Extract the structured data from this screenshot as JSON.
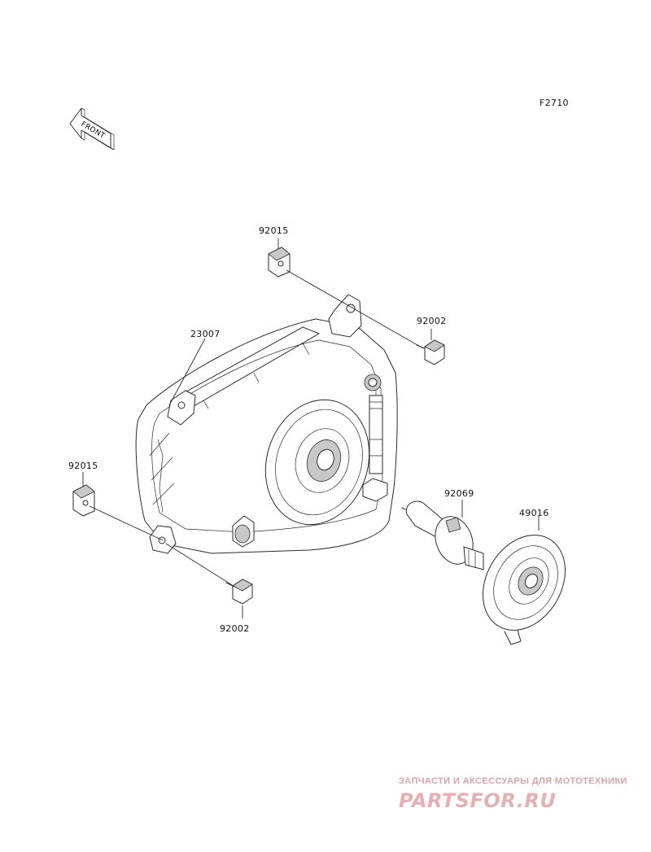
{
  "figure_code": "F2710",
  "front_indicator": "FRONT",
  "parts": [
    {
      "id": "p1",
      "number": "92015"
    },
    {
      "id": "p2",
      "number": "92002"
    },
    {
      "id": "p3",
      "number": "23007"
    },
    {
      "id": "p4",
      "number": "92015"
    },
    {
      "id": "p5",
      "number": "92069"
    },
    {
      "id": "p6",
      "number": "49016"
    },
    {
      "id": "p7",
      "number": "92002"
    }
  ],
  "watermark": {
    "tagline": "ЗАПЧАСТИ И АКСЕССУАРЫ ДЛЯ МОТОТЕХНИКИ",
    "logo": "PARTSFOR.RU",
    "color": "#e6b0b3"
  }
}
